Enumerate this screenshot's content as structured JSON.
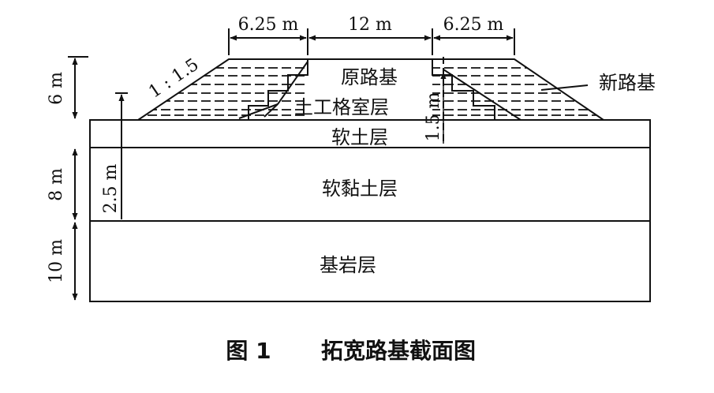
{
  "dimensions": {
    "top_left_width": "6.25 m",
    "top_center_width": "12 m",
    "top_right_width": "6.25 m",
    "slope": "1 : 1.5",
    "embankment_height": "6 m",
    "soft_clay_thickness": "8 m",
    "bedrock_thickness": "10 m",
    "grid_depth_left": "2.5 m",
    "grid_depth_center": "1.5 m"
  },
  "labels": {
    "original_subgrade": "原路基",
    "geocell_layer": "土工格室层",
    "new_subgrade": "新路基",
    "soft_soil": "软土层",
    "soft_clay": "软黏土层",
    "bedrock": "基岩层"
  },
  "caption": {
    "number": "图 1",
    "title": "拓宽路基截面图"
  }
}
